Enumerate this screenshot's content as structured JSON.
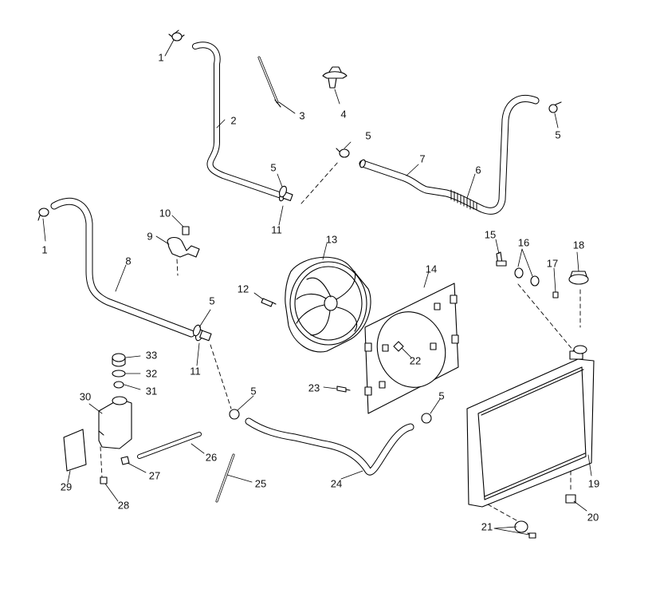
{
  "diagram": {
    "callouts": [
      {
        "id": "c1a",
        "label": "1"
      },
      {
        "id": "c2",
        "label": "2"
      },
      {
        "id": "c3",
        "label": "3"
      },
      {
        "id": "c4",
        "label": "4"
      },
      {
        "id": "c5a",
        "label": "5"
      },
      {
        "id": "c5b",
        "label": "5"
      },
      {
        "id": "c5c",
        "label": "5"
      },
      {
        "id": "c5d",
        "label": "5"
      },
      {
        "id": "c5e",
        "label": "5"
      },
      {
        "id": "c5f",
        "label": "5"
      },
      {
        "id": "c6",
        "label": "6"
      },
      {
        "id": "c7",
        "label": "7"
      },
      {
        "id": "c11a",
        "label": "11"
      },
      {
        "id": "c1b",
        "label": "1"
      },
      {
        "id": "c8",
        "label": "8"
      },
      {
        "id": "c9",
        "label": "9"
      },
      {
        "id": "c10",
        "label": "10"
      },
      {
        "id": "c11b",
        "label": "11"
      },
      {
        "id": "c12",
        "label": "12"
      },
      {
        "id": "c13",
        "label": "13"
      },
      {
        "id": "c14",
        "label": "14"
      },
      {
        "id": "c15",
        "label": "15"
      },
      {
        "id": "c16",
        "label": "16"
      },
      {
        "id": "c17",
        "label": "17"
      },
      {
        "id": "c18",
        "label": "18"
      },
      {
        "id": "c19",
        "label": "19"
      },
      {
        "id": "c20",
        "label": "20"
      },
      {
        "id": "c21",
        "label": "21"
      },
      {
        "id": "c22",
        "label": "22"
      },
      {
        "id": "c23",
        "label": "23"
      },
      {
        "id": "c24",
        "label": "24"
      },
      {
        "id": "c25",
        "label": "25"
      },
      {
        "id": "c26",
        "label": "26"
      },
      {
        "id": "c27",
        "label": "27"
      },
      {
        "id": "c28",
        "label": "28"
      },
      {
        "id": "c29",
        "label": "29"
      },
      {
        "id": "c30",
        "label": "30"
      },
      {
        "id": "c31",
        "label": "31"
      },
      {
        "id": "c32",
        "label": "32"
      },
      {
        "id": "c33",
        "label": "33"
      }
    ]
  }
}
